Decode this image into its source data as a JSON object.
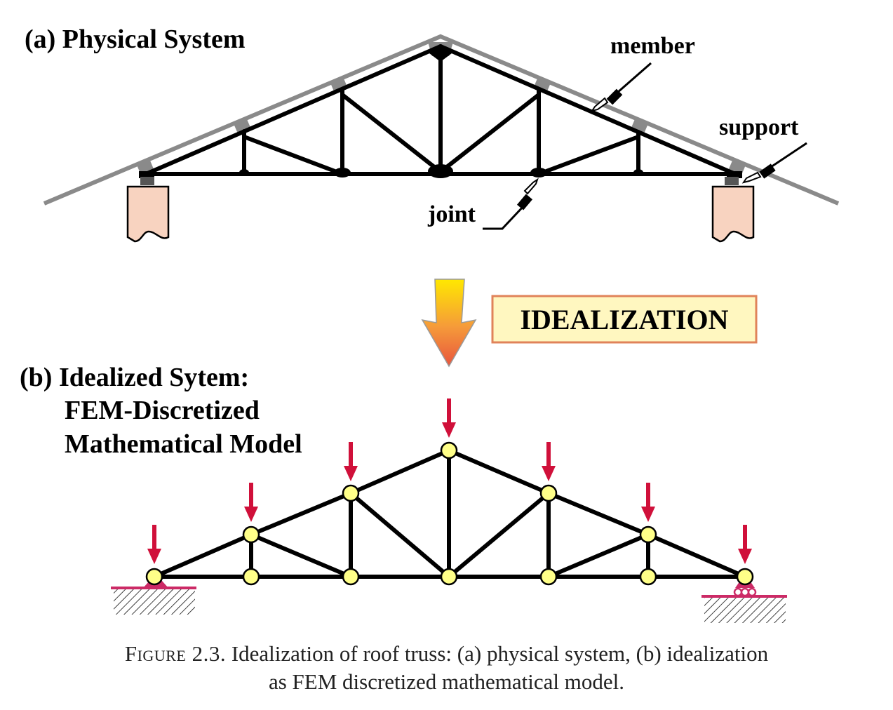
{
  "panel_a": {
    "title": "(a) Physical System",
    "labels": {
      "member": "member",
      "support": "support",
      "joint": "joint"
    }
  },
  "idealization": {
    "label": "IDEALIZATION",
    "box_fill": "#fff7c0",
    "box_border": "#e0835a"
  },
  "panel_b": {
    "title_line1": "(b) Idealized Sytem:",
    "title_line2": "FEM-Discretized",
    "title_line3": "Mathematical Model"
  },
  "caption": {
    "figure_label": "Figure 2.3.",
    "line1": "Idealization of roof truss: (a) physical system, (b) idealization",
    "line2": "as FEM discretized mathematical model."
  },
  "colors": {
    "truss": "#000000",
    "roof": "#8a8a8a",
    "support_block": "#f8d3c0",
    "node_fill": "#ffff88",
    "load_arrow": "#d0103a",
    "ground_line": "#cc2a66"
  }
}
